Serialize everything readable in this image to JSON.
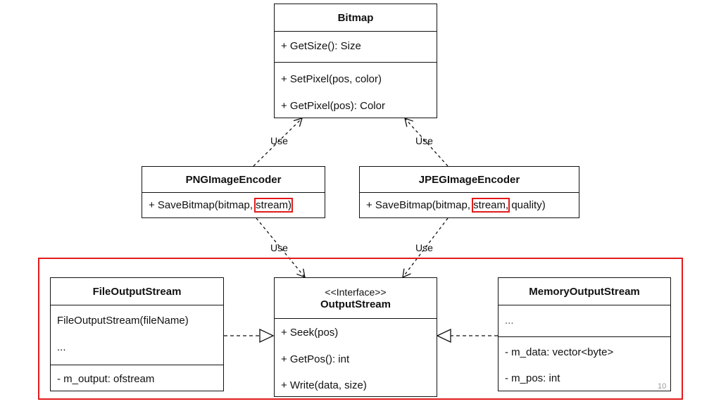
{
  "diagram": {
    "bitmap": {
      "name": "Bitmap",
      "attributes": [
        "+ GetSize(): Size"
      ],
      "methods": [
        "+ SetPixel(pos, color)",
        "+ GetPixel(pos): Color"
      ]
    },
    "png_encoder": {
      "name": "PNGImageEncoder",
      "method_prefix": "+ SaveBitmap(bitmap, ",
      "method_highlight": "stream)",
      "method_suffix": ""
    },
    "jpeg_encoder": {
      "name": "JPEGImageEncoder",
      "method_prefix": "+ SaveBitmap(bitmap, ",
      "method_highlight": "stream,",
      "method_suffix": " quality)"
    },
    "output_stream": {
      "stereotype": "<<Interface>>",
      "name": "OutputStream",
      "methods": [
        "+ Seek(pos)",
        "+ GetPos(): int",
        "+ Write(data, size)"
      ]
    },
    "file_output_stream": {
      "name": "FileOutputStream",
      "methods": [
        "FileOutputStream(fileName)",
        "..."
      ],
      "fields": [
        "- m_output: ofstream"
      ]
    },
    "memory_output_stream": {
      "name": "MemoryOutputStream",
      "methods": [
        "..."
      ],
      "fields": [
        "- m_data: vector<byte>",
        "- m_pos: int"
      ]
    },
    "relations": {
      "use_label": "Use"
    },
    "highlight_color": "#e21b1b",
    "page_number": "10"
  }
}
